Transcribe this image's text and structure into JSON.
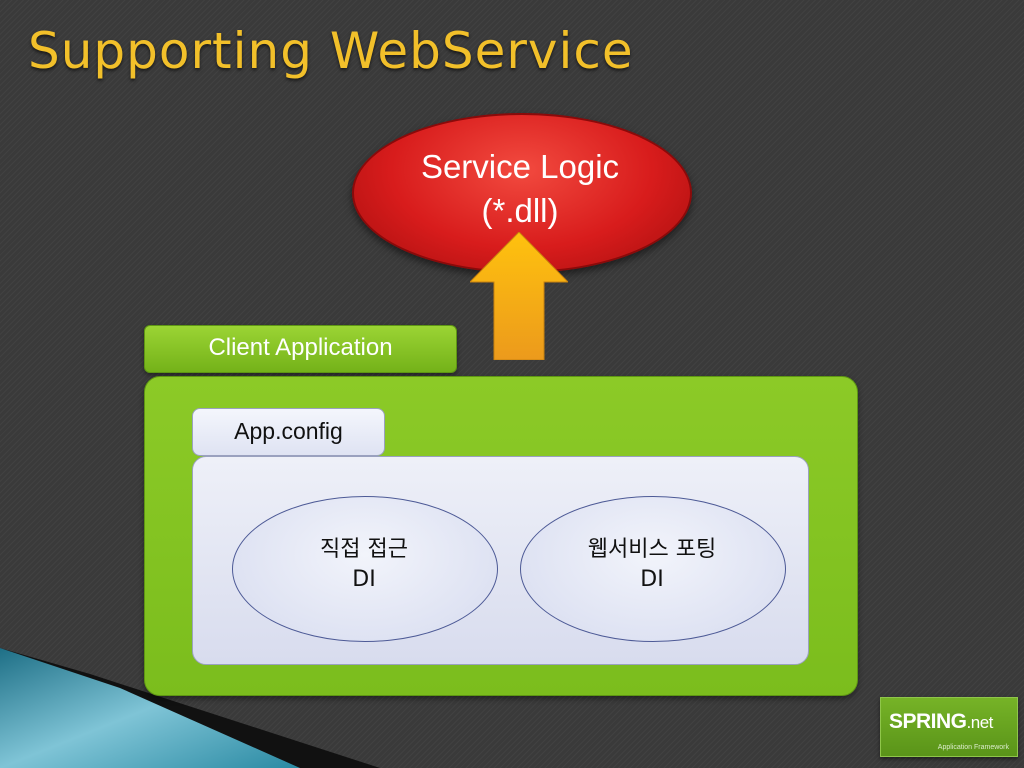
{
  "slide": {
    "title": "Supporting WebService"
  },
  "service_logic": {
    "line1": "Service Logic",
    "line2": "(*.dll)",
    "color": "#d81c1c"
  },
  "arrow": {
    "color_top": "#ffc20e",
    "color_bottom": "#ec9a1c"
  },
  "client_application": {
    "label": "Client Application",
    "color": "#84c21f"
  },
  "app_config": {
    "label": "App.config"
  },
  "options": [
    {
      "line1": "직접 접근",
      "line2": "DI"
    },
    {
      "line1": "웹서비스 포팅",
      "line2": "DI"
    }
  ],
  "logo": {
    "brand": "SPRING",
    "suffix": ".net",
    "tagline": "Application Framework"
  }
}
